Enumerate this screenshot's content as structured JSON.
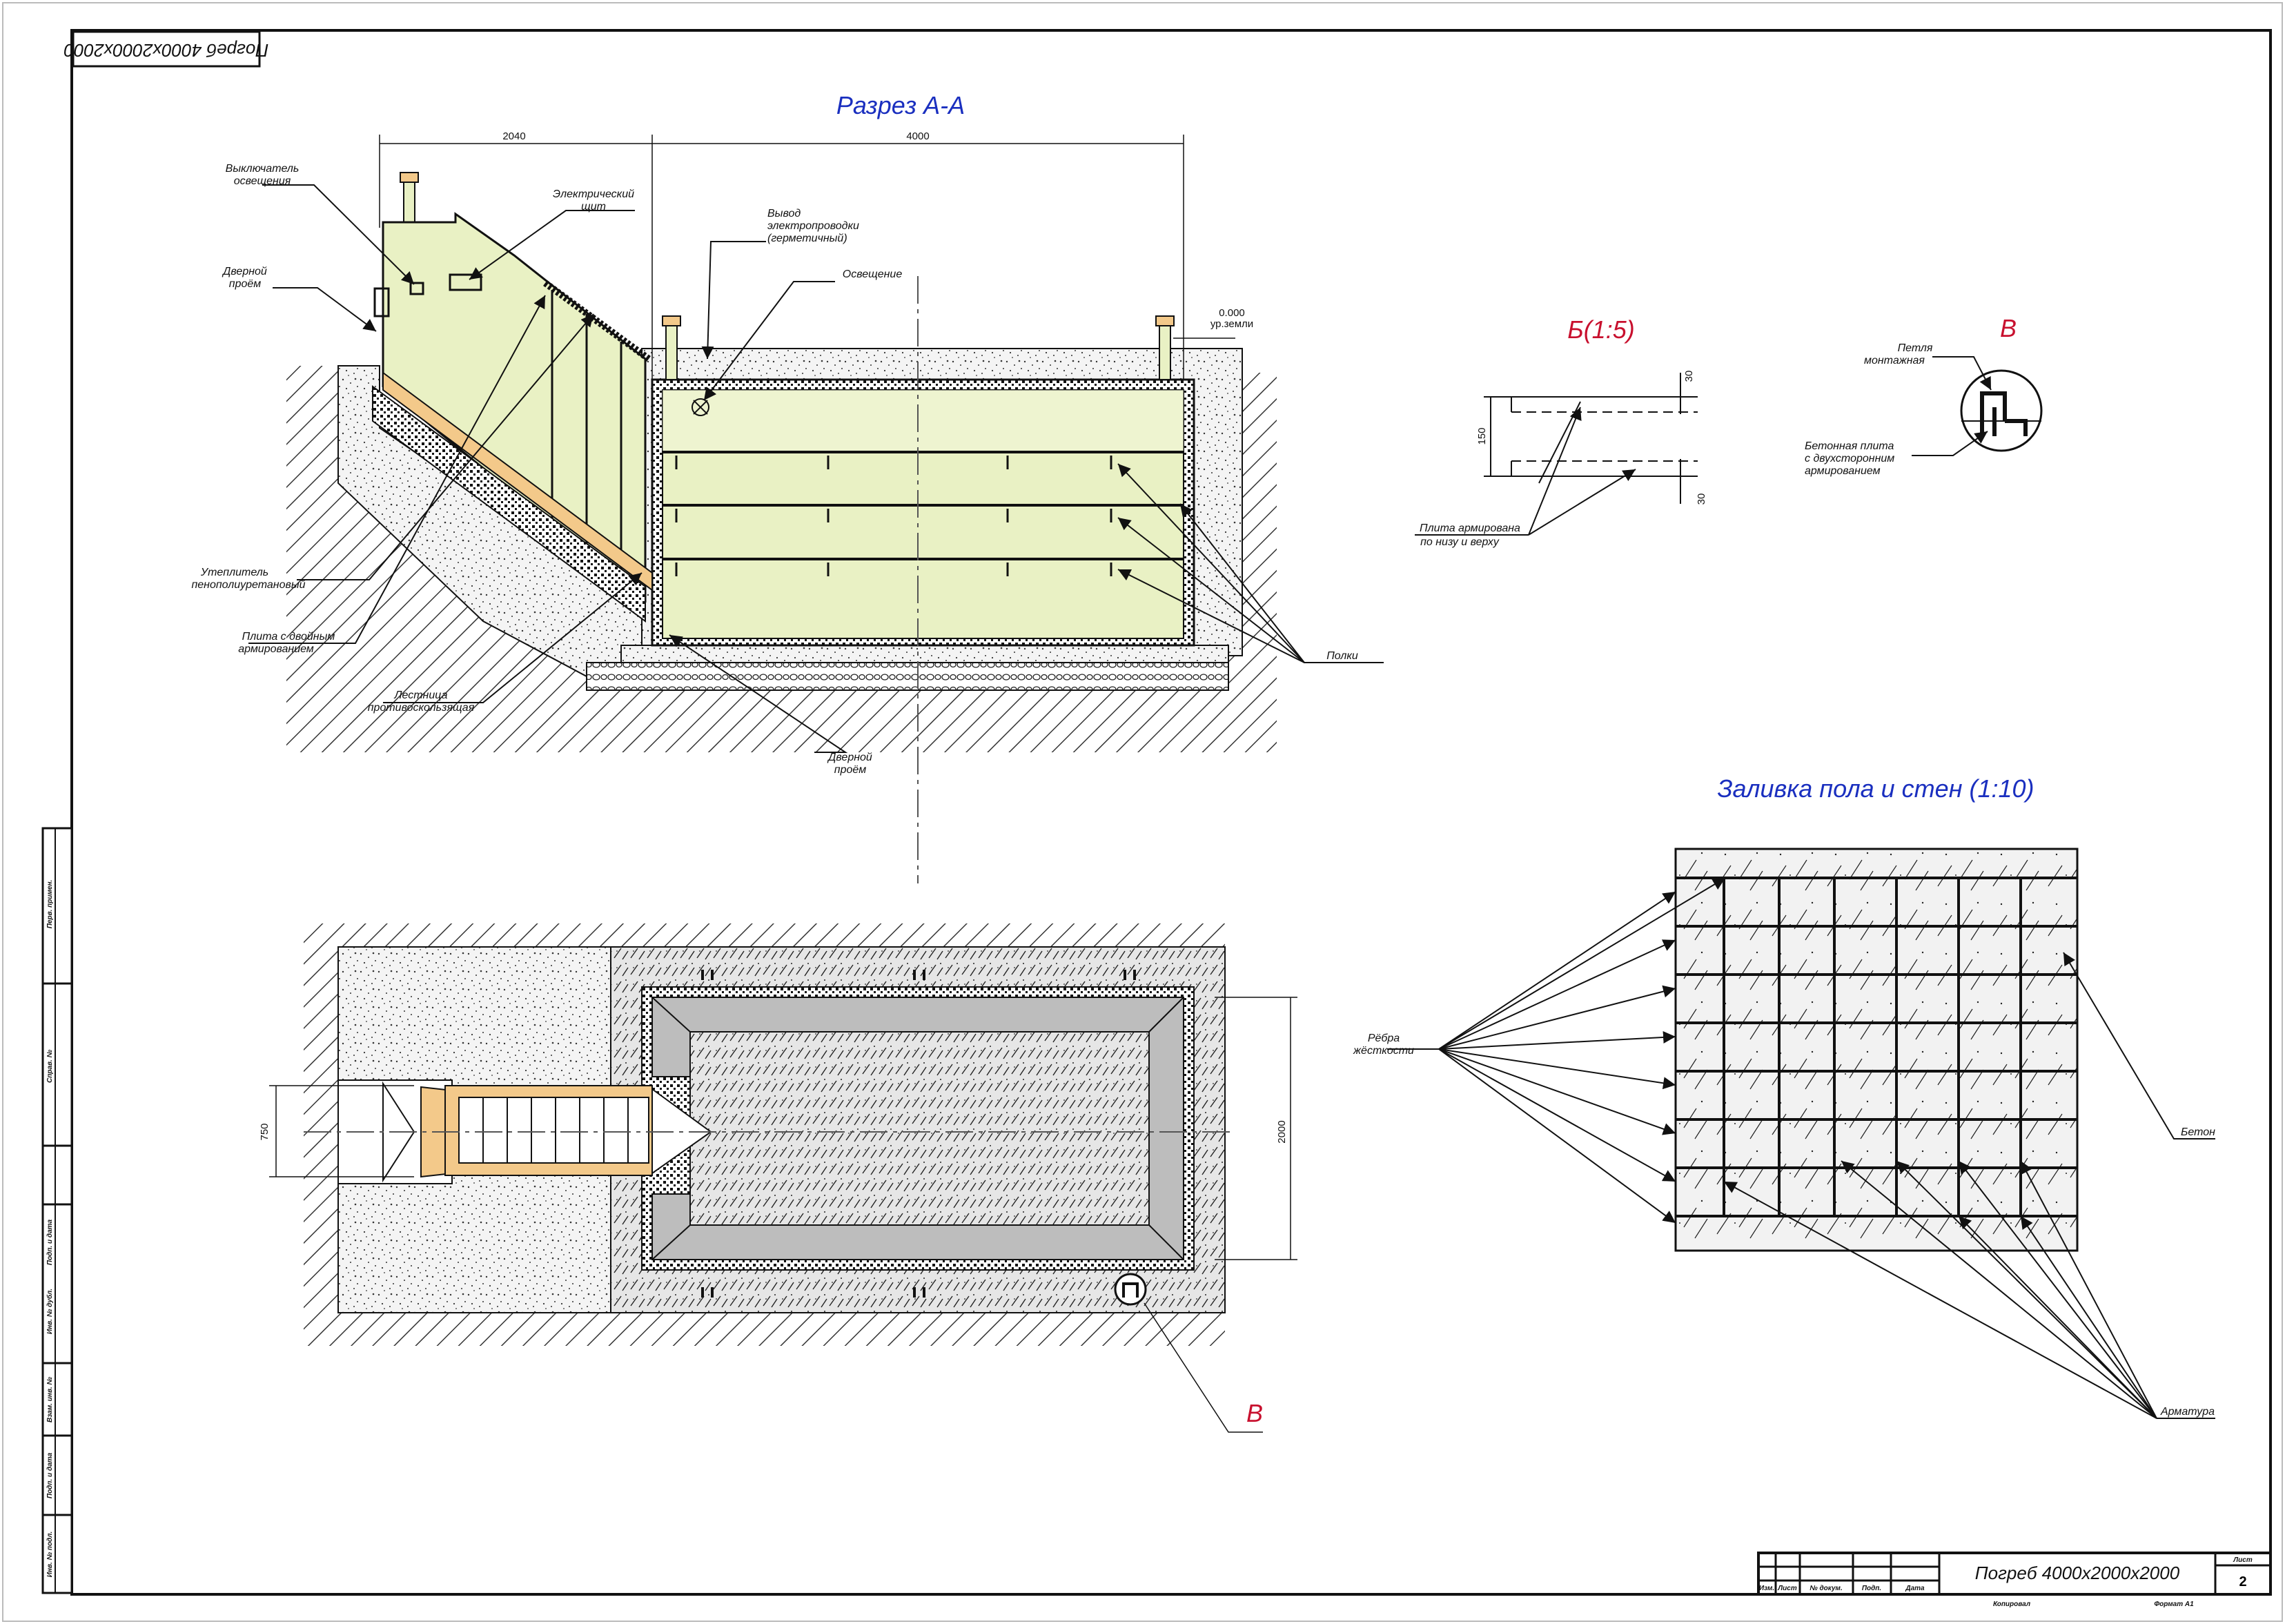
{
  "corner_stamp": "Погреб 4000х2000х2000",
  "section": {
    "title": "Разрез А-А",
    "dim_left": "2040",
    "dim_right": "4000",
    "level_value": "0.000",
    "level_label": "ур.земли",
    "labels": {
      "switch": [
        "Выключатель",
        "освещения"
      ],
      "panel": [
        "Электрический",
        "щит"
      ],
      "door_top": [
        "Дверной",
        "проём"
      ],
      "wiring": [
        "Вывод",
        "электропроводки",
        "(герметичный)"
      ],
      "lighting": "Освещение",
      "insulation": [
        "Утеплитель",
        "пенополиуретановый"
      ],
      "slab": [
        "Плита с двойным",
        "армированием"
      ],
      "ladder": [
        "Лестница",
        "противоскользящая"
      ],
      "door_bottom": [
        "Дверной",
        "проём"
      ],
      "shelves": "Полки"
    }
  },
  "detail_b": {
    "title": "Б(1:5)",
    "dim_150": "150",
    "dim_30_top": "30",
    "dim_30_bottom": "30",
    "label": [
      "Плита армирована",
      "по низу и верху"
    ]
  },
  "detail_v": {
    "title": "В",
    "loop_label": [
      "Петля",
      "монтажная"
    ],
    "slab_label": [
      "Бетонная плита",
      "с двухсторонним",
      "армированием"
    ]
  },
  "plan": {
    "dim_750": "750",
    "dim_2000": "2000",
    "callout": "В"
  },
  "pour": {
    "title": "Заливка пола и стен (1:10)",
    "ribs_label": [
      "Рёбра",
      "жёсткости"
    ],
    "concrete_label": "Бетон",
    "rebar_label": "Арматура"
  },
  "title_block": {
    "name": "Погреб 4000х2000х2000",
    "sheet_label": "Лист",
    "sheet_no": "2",
    "copied": "Копировал",
    "format": "Формат А1",
    "col_headers": [
      "Изм.",
      "Лист",
      "№ докум.",
      "Подп.",
      "Дата"
    ]
  },
  "side_stamp": [
    "Перв. примен.",
    "Справ. №",
    "Подп. и дата",
    "Инв. № дубл.",
    "Взам. инв. №",
    "Подп. и дата",
    "Инв. № подл."
  ],
  "colors": {
    "title_blue": "#1a2fbf",
    "callout_red": "#c8102e",
    "wall_fill": "#e9f1c4",
    "stair_fill": "#f3c98a"
  }
}
